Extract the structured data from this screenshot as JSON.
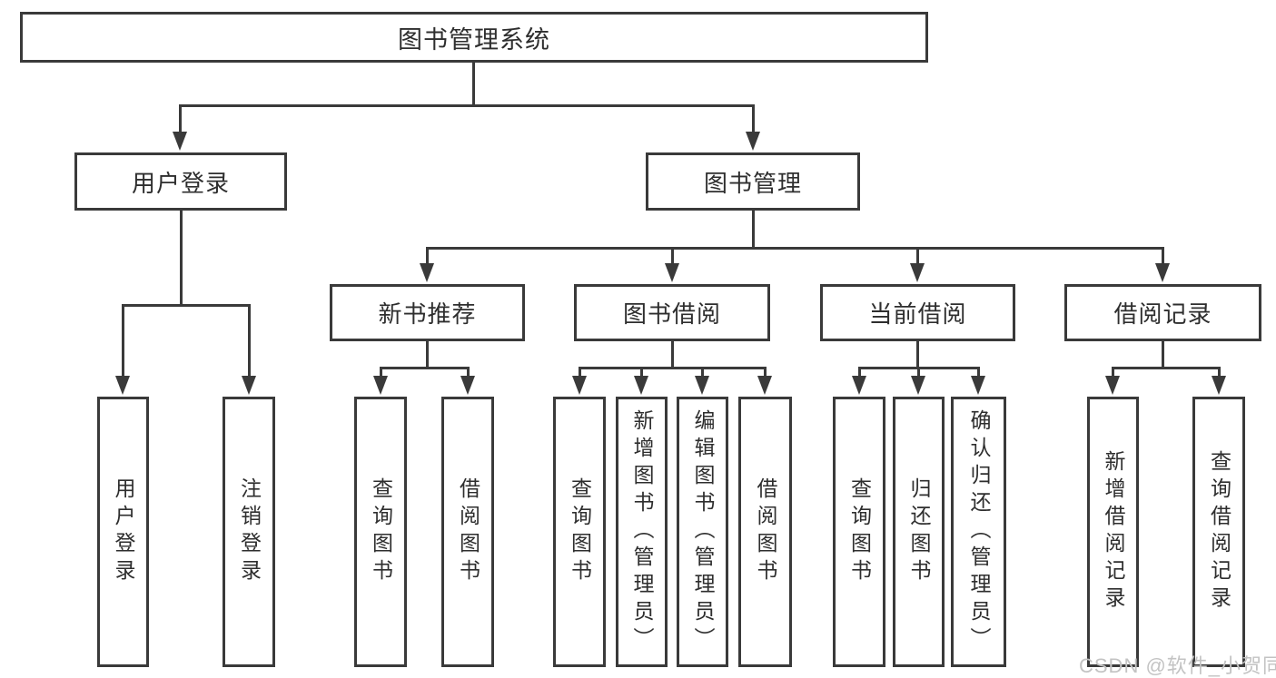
{
  "tree": {
    "root": "图书管理系统",
    "branches": [
      {
        "label": "用户登录",
        "children": [
          "用户登录",
          "注销登录"
        ]
      },
      {
        "label": "图书管理",
        "groups": [
          {
            "label": "新书推荐",
            "children": [
              "查询图书",
              "借阅图书"
            ]
          },
          {
            "label": "图书借阅",
            "children": [
              "查询图书",
              "新增图书（管理员）",
              "编辑图书（管理员）",
              "借阅图书"
            ]
          },
          {
            "label": "当前借阅",
            "children": [
              "查询图书",
              "归还图书",
              "确认归还（管理员）"
            ]
          },
          {
            "label": "借阅记录",
            "children": [
              "新增借阅记录",
              "查询借阅记录"
            ]
          }
        ]
      }
    ]
  },
  "watermark": "CSDN @软件_小贺同学",
  "colors": {
    "line": "#3a3a3a",
    "text": "#2e2e2e",
    "watermark": "#c3c3c3"
  }
}
